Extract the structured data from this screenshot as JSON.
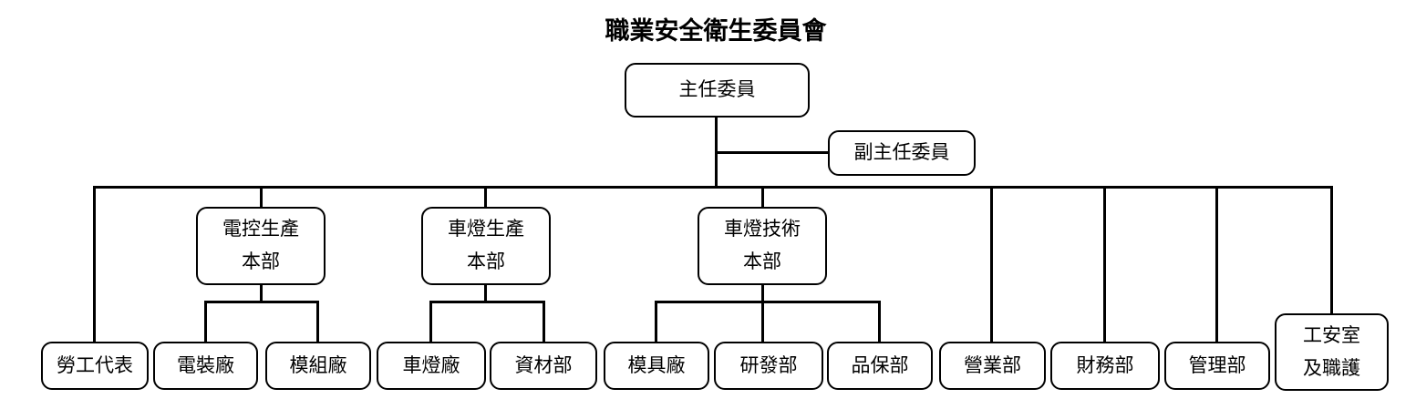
{
  "title": "職業安全衛生委員會",
  "chart": {
    "chairman": "主任委員",
    "vice_chairman": "副主任委員",
    "divisions": {
      "electronics_production": "電控生產\n本部",
      "lamp_production": "車燈生產\n本部",
      "lamp_technology": "車燈技術\n本部"
    },
    "units": {
      "labor_representative": "勞工代表",
      "electrical_plant": "電裝廠",
      "module_plant": "模組廠",
      "lamp_plant": "車燈廠",
      "materials_dept": "資材部",
      "mold_plant": "模具廠",
      "rnd_dept": "研發部",
      "qa_dept": "品保部",
      "sales_dept": "營業部",
      "finance_dept": "財務部",
      "admin_dept": "管理部",
      "safety_office": "工安室\n及職護"
    }
  },
  "colors": {
    "line": "#000000",
    "box_border": "#000000",
    "text": "#000000",
    "background": "#ffffff"
  }
}
